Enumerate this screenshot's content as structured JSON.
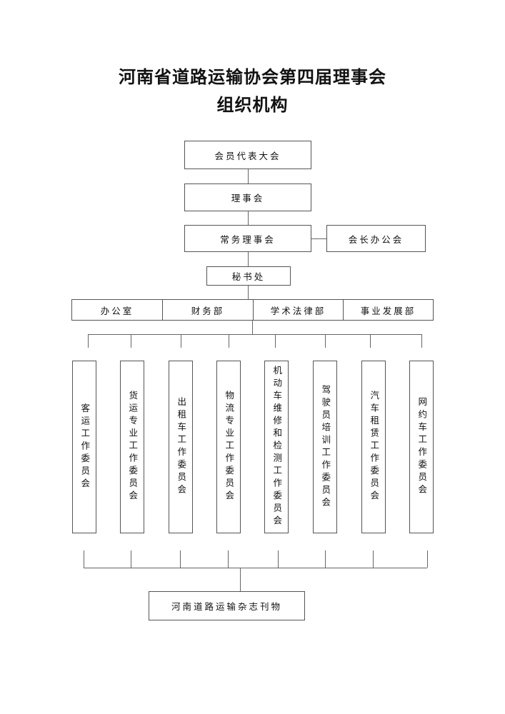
{
  "title": {
    "line1": "河南省道路运输协会第四届理事会",
    "line2": "组织机构"
  },
  "nodes": {
    "congress": "会员代表大会",
    "council": "理事会",
    "standing_council": "常务理事会",
    "president_office": "会长办公会",
    "secretariat": "秘书处",
    "departments": [
      "办公室",
      "财务部",
      "学术法律部",
      "事业发展部"
    ],
    "committees": [
      "客运工作委员会",
      "货运专业工作委员会",
      "出租车工作委员会",
      "物流专业工作委员会",
      "机动车维修和检测工作委员会",
      "驾驶员培训工作委员会",
      "汽车租赁工作委员会",
      "网约车工作委员会"
    ],
    "magazine": "河南道路运输杂志刊物"
  }
}
